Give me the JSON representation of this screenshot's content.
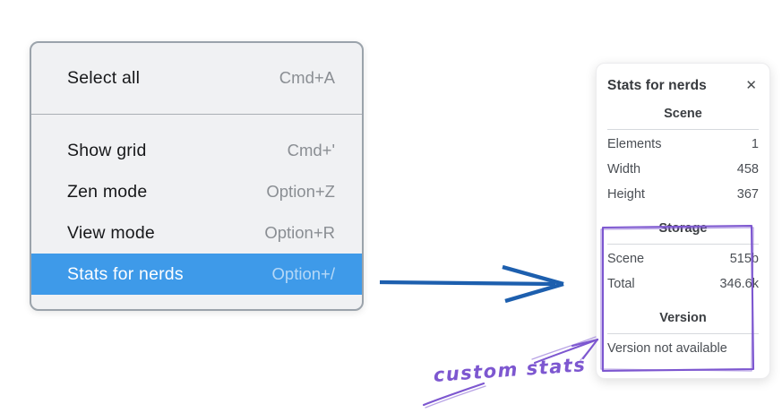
{
  "context_menu": {
    "items": [
      {
        "label": "Select all",
        "shortcut": "Cmd+A",
        "selected": false
      },
      {
        "label": "Show grid",
        "shortcut": "Cmd+'",
        "selected": false
      },
      {
        "label": "Zen mode",
        "shortcut": "Option+Z",
        "selected": false
      },
      {
        "label": "View mode",
        "shortcut": "Option+R",
        "selected": false
      },
      {
        "label": "Stats for nerds",
        "shortcut": "Option+/",
        "selected": true
      }
    ],
    "selected_bg_color": "#3e9ae9"
  },
  "stats_panel": {
    "title": "Stats for nerds",
    "close_icon": "✕",
    "sections": [
      {
        "heading": "Scene",
        "rows": [
          {
            "label": "Elements",
            "value": "1"
          },
          {
            "label": "Width",
            "value": "458"
          },
          {
            "label": "Height",
            "value": "367"
          }
        ]
      },
      {
        "heading": "Storage",
        "rows": [
          {
            "label": "Scene",
            "value": "515b"
          },
          {
            "label": "Total",
            "value": "346.6k"
          }
        ]
      },
      {
        "heading": "Version",
        "note": "Version not available"
      }
    ]
  },
  "annotation": {
    "label": "custom stats",
    "color": "#7d57d0"
  },
  "pointer_arrow": {
    "color": "#1d5fae"
  }
}
